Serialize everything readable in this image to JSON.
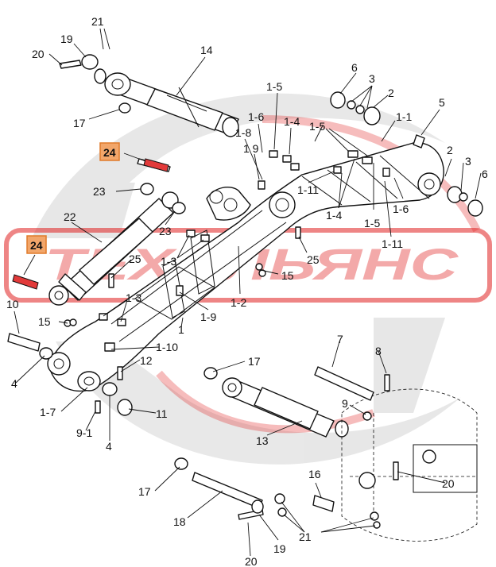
{
  "watermark": {
    "text": "ТЕХАЛЬЯНС",
    "color": "#e02020"
  },
  "highlight": {
    "box_fill": "#f2a66a",
    "box_stroke": "#e07a2a",
    "pin_fill": "#e23a3a"
  },
  "labels": {
    "l21a": "21",
    "l19a": "19",
    "l20a": "20",
    "l14": "14",
    "l17a": "17",
    "l6a": "6",
    "l3a": "3",
    "l2a": "2",
    "l5": "5",
    "l1_1": "1-1",
    "l1_5a": "1-5",
    "l1_6a": "1-6",
    "l1_4a": "1-4",
    "l1_8": "1-8",
    "l1_5b": "1-5",
    "l1_9a": "1 9",
    "l24a": "24",
    "l23a": "23",
    "l1_11a": "1-11",
    "l1_4b": "1-4",
    "l1_5c": "1-5",
    "l1_6b": "1-6",
    "l2b": "2",
    "l3b": "3",
    "l6b": "6",
    "l22": "22",
    "l23b": "23",
    "l1_11b": "1-11",
    "l24b": "24",
    "l25a": "25",
    "l1_3a": "1-3",
    "l25b": "25",
    "l15a": "15",
    "l1_2": "1-2",
    "l10": "10",
    "l1_3b": "1-3",
    "l15b": "15",
    "l1_9b": "1-9",
    "l1": "1",
    "l1_10": "1-10",
    "l7": "7",
    "l8": "8",
    "l12": "12",
    "l17b": "17",
    "l4a": "4",
    "l1_7": "1-7",
    "l9": "9",
    "l11": "11",
    "l9_1": "9-1",
    "l4b": "4",
    "l13": "13",
    "l16": "16",
    "l20b": "20",
    "l17c": "17",
    "l18": "18",
    "l21b": "21",
    "l19b": "19",
    "l20c": "20"
  }
}
